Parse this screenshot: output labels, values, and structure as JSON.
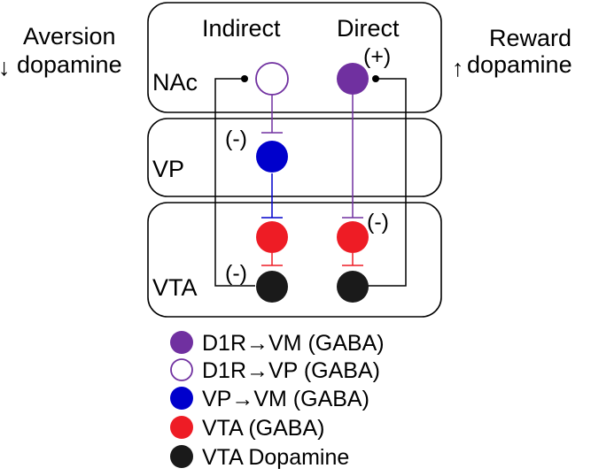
{
  "side_left": {
    "line1": "Aversion",
    "line2": "dopamine",
    "arrow": "↓"
  },
  "side_right": {
    "line1": "Reward",
    "line2": "dopamine",
    "arrow": "↑"
  },
  "columns": {
    "indirect": "Indirect",
    "direct": "Direct"
  },
  "regions": {
    "nac": "NAc",
    "vp": "VP",
    "vta": "VTA"
  },
  "signs": {
    "plus_direct": "(+)",
    "minus_vp": "(-)",
    "minus_vta_direct": "(-)",
    "minus_da_indirect": "(-)"
  },
  "legend": [
    {
      "label": "D1R→VM (GABA)",
      "style": "filled",
      "color": "#7030a0"
    },
    {
      "label": "D1R→VP (GABA)",
      "style": "open",
      "color": "#7030a0"
    },
    {
      "label": "VP→VM (GABA)",
      "style": "filled",
      "color": "#0000cc"
    },
    {
      "label": "VTA (GABA)",
      "style": "filled",
      "color": "#ee1c25"
    },
    {
      "label": "VTA Dopamine",
      "style": "filled",
      "color": "#1a1a1a"
    }
  ],
  "colors": {
    "purple": "#7030a0",
    "blue": "#0000cc",
    "red": "#ee1c25",
    "black": "#1a1a1a"
  }
}
